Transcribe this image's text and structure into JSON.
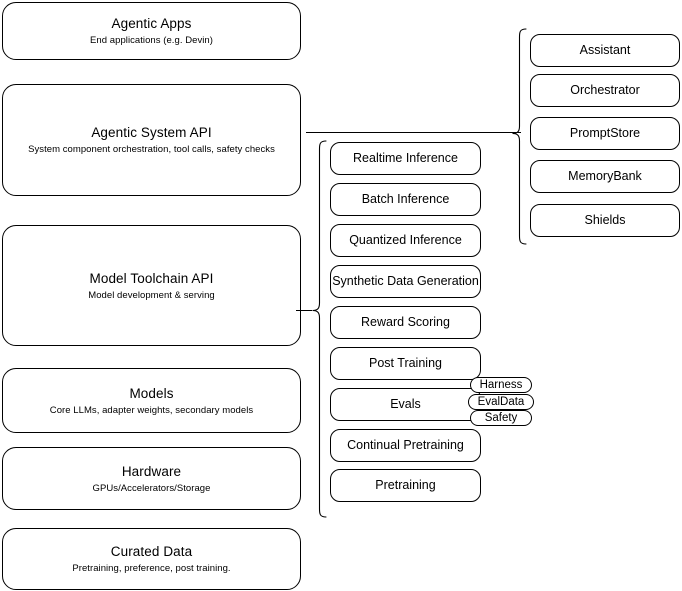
{
  "diagram": {
    "title": "Agentic AI stack layered architecture",
    "stroke_color": "#000000",
    "background_color": "#ffffff"
  },
  "layers": [
    {
      "id": "agentic-apps",
      "title": "Agentic Apps",
      "subtitle": "End applications (e.g. Devin)"
    },
    {
      "id": "agentic-system-api",
      "title": "Agentic System API",
      "subtitle": "System component orchestration, tool calls, safety checks"
    },
    {
      "id": "model-toolchain-api",
      "title": "Model Toolchain API",
      "subtitle": "Model development & serving"
    },
    {
      "id": "models",
      "title": "Models",
      "subtitle": "Core LLMs, adapter weights, secondary models"
    },
    {
      "id": "hardware",
      "title": "Hardware",
      "subtitle": "GPUs/Accelerators/Storage"
    },
    {
      "id": "curated-data",
      "title": "Curated Data",
      "subtitle": "Pretraining, preference, post training."
    }
  ],
  "toolchain_capabilities": [
    {
      "id": "realtime-inference",
      "label": "Realtime Inference"
    },
    {
      "id": "batch-inference",
      "label": "Batch Inference"
    },
    {
      "id": "quantized-inference",
      "label": "Quantized Inference"
    },
    {
      "id": "synthetic-data-generation",
      "label": "Synthetic Data Generation"
    },
    {
      "id": "reward-scoring",
      "label": "Reward Scoring"
    },
    {
      "id": "post-training",
      "label": "Post Training"
    },
    {
      "id": "evals",
      "label": "Evals"
    },
    {
      "id": "continual-pretraining",
      "label": "Continual Pretraining"
    },
    {
      "id": "pretraining",
      "label": "Pretraining"
    }
  ],
  "system_components": [
    {
      "id": "assistant",
      "label": "Assistant"
    },
    {
      "id": "orchestrator",
      "label": "Orchestrator"
    },
    {
      "id": "promptstore",
      "label": "PromptStore"
    },
    {
      "id": "memorybank",
      "label": "MemoryBank"
    },
    {
      "id": "shields",
      "label": "Shields"
    }
  ],
  "eval_badges": [
    {
      "id": "harness",
      "label": "Harness"
    },
    {
      "id": "evaldata",
      "label": "EvalData"
    },
    {
      "id": "safety",
      "label": "Safety"
    }
  ]
}
